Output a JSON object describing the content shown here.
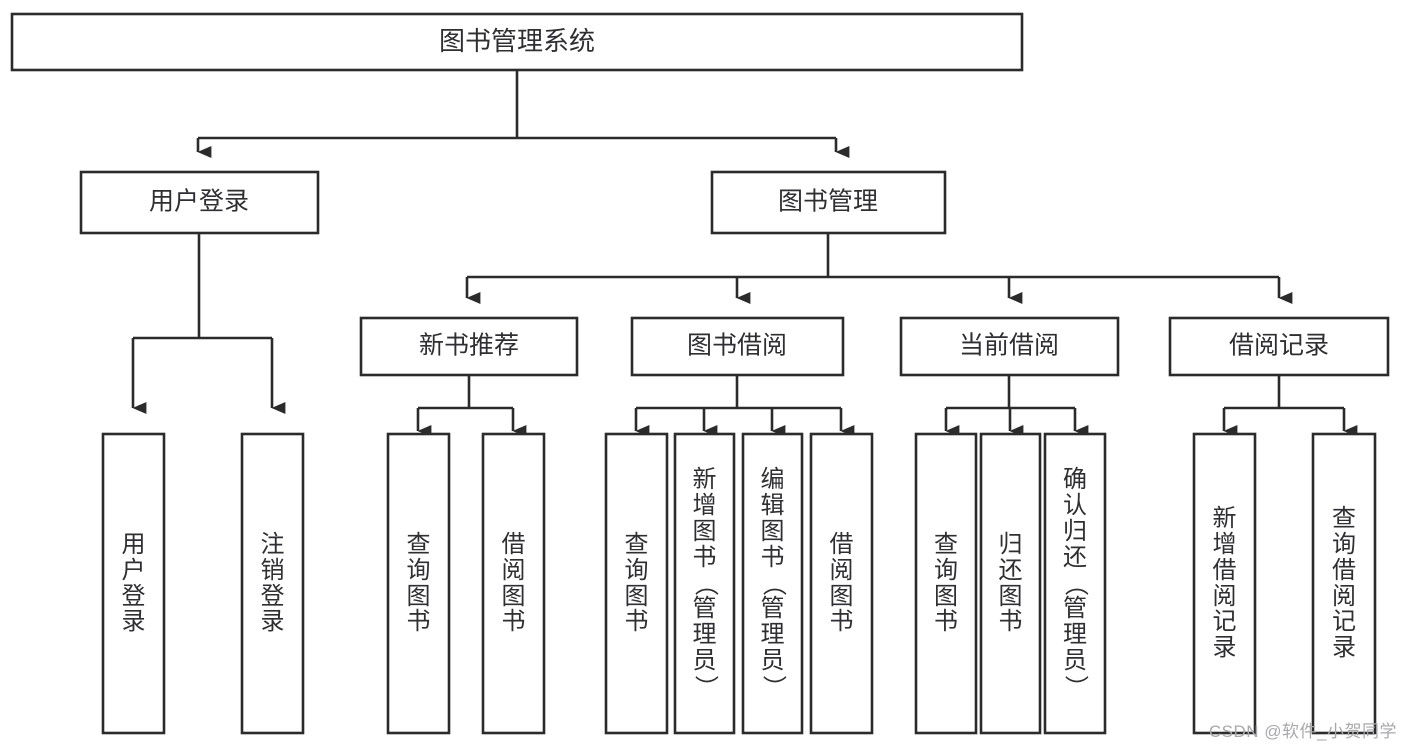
{
  "diagram": {
    "type": "tree-hierarchy-chart",
    "orientation": "top-down",
    "box_fill": "#ffffff",
    "box_stroke": "#2b2b2b",
    "text_color": "#2f2f33",
    "root": {
      "id": "root",
      "label": "图书管理系统"
    },
    "level1": [
      {
        "id": "user-login",
        "label": "用户登录"
      },
      {
        "id": "book-management",
        "label": "图书管理"
      }
    ],
    "level2": [
      {
        "id": "new-book-recommend",
        "label": "新书推荐",
        "parent": "book-management"
      },
      {
        "id": "book-borrow",
        "label": "图书借阅",
        "parent": "book-management"
      },
      {
        "id": "current-borrow",
        "label": "当前借阅",
        "parent": "book-management"
      },
      {
        "id": "borrow-record",
        "label": "借阅记录",
        "parent": "book-management"
      }
    ],
    "leaves": [
      {
        "id": "leaf-user-login",
        "label": "用户登录",
        "parent": "user-login"
      },
      {
        "id": "leaf-logout-login",
        "label": "注销登录",
        "parent": "user-login"
      },
      {
        "id": "leaf-query-book-1",
        "label": "查询图书",
        "parent": "new-book-recommend"
      },
      {
        "id": "leaf-borrow-book-1",
        "label": "借阅图书",
        "parent": "new-book-recommend"
      },
      {
        "id": "leaf-query-book-2",
        "label": "查询图书",
        "parent": "book-borrow"
      },
      {
        "id": "leaf-add-book",
        "label": "新增图书（管理员）",
        "parent": "book-borrow"
      },
      {
        "id": "leaf-edit-book",
        "label": "编辑图书（管理员）",
        "parent": "book-borrow"
      },
      {
        "id": "leaf-borrow-book-2",
        "label": "借阅图书",
        "parent": "book-borrow"
      },
      {
        "id": "leaf-query-book-3",
        "label": "查询图书",
        "parent": "current-borrow"
      },
      {
        "id": "leaf-return-book",
        "label": "归还图书",
        "parent": "current-borrow"
      },
      {
        "id": "leaf-confirm-return",
        "label": "确认归还（管理员）",
        "parent": "current-borrow"
      },
      {
        "id": "leaf-add-record",
        "label": "新增借阅记录",
        "parent": "borrow-record"
      },
      {
        "id": "leaf-query-record",
        "label": "查询借阅记录",
        "parent": "borrow-record"
      }
    ]
  },
  "watermark": {
    "text": "CSDN @软件_小贺同学"
  }
}
